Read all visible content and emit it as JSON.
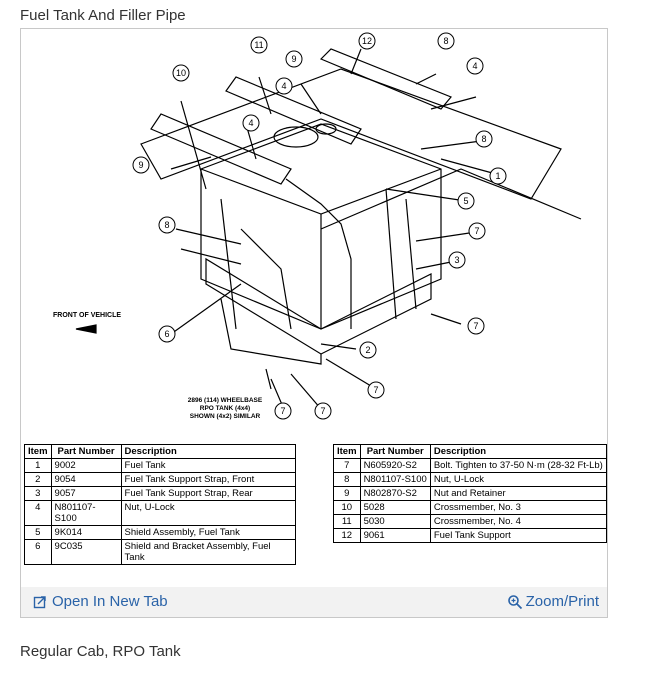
{
  "page": {
    "title": "Fuel Tank And Filler Pipe",
    "caption": "Regular Cab, RPO Tank"
  },
  "diagram": {
    "front_label": "FRONT OF VEHICLE",
    "note_lines": [
      "2896 (114) WHEELBASE",
      "RPO TANK (4x4)",
      "SHOWN (4x2) SIMILAR"
    ],
    "callouts": [
      "1",
      "2",
      "3",
      "4",
      "4",
      "4",
      "5",
      "6",
      "7",
      "7",
      "7",
      "7",
      "7",
      "7",
      "8",
      "8",
      "8",
      "9",
      "9",
      "10",
      "11",
      "12"
    ]
  },
  "table_left": {
    "headers": {
      "item": "Item",
      "part_number": "Part Number",
      "description": "Description"
    },
    "rows": [
      {
        "item": "1",
        "part": "9002",
        "desc": "Fuel Tank"
      },
      {
        "item": "2",
        "part": "9054",
        "desc": "Fuel Tank Support Strap, Front"
      },
      {
        "item": "3",
        "part": "9057",
        "desc": "Fuel Tank Support Strap, Rear"
      },
      {
        "item": "4",
        "part": "N801107-S100",
        "desc": "Nut, U-Lock"
      },
      {
        "item": "5",
        "part": "9K014",
        "desc": "Shield Assembly, Fuel Tank"
      },
      {
        "item": "6",
        "part": "9C035",
        "desc": "Shield and Bracket Assembly, Fuel Tank"
      }
    ]
  },
  "table_right": {
    "headers": {
      "item": "Item",
      "part_number": "Part Number",
      "description": "Description"
    },
    "rows": [
      {
        "item": "7",
        "part": "N605920-S2",
        "desc": "Bolt. Tighten to 37-50 N·m (28-32 Ft-Lb)"
      },
      {
        "item": "8",
        "part": "N801107-S100",
        "desc": "Nut, U-Lock"
      },
      {
        "item": "9",
        "part": "N802870-S2",
        "desc": "Nut and Retainer"
      },
      {
        "item": "10",
        "part": "5028",
        "desc": "Crossmember, No. 3"
      },
      {
        "item": "11",
        "part": "5030",
        "desc": "Crossmember, No. 4"
      },
      {
        "item": "12",
        "part": "9061",
        "desc": "Fuel Tank Support"
      }
    ]
  },
  "links": {
    "open_new_tab": "Open In New Tab",
    "zoom_print": "Zoom/Print"
  },
  "colors": {
    "link": "#2a63a8",
    "footer_bg": "#f2f2f2"
  },
  "icons": {
    "open_tab": "open-in-new-tab-icon",
    "zoom": "magnifier-icon"
  }
}
